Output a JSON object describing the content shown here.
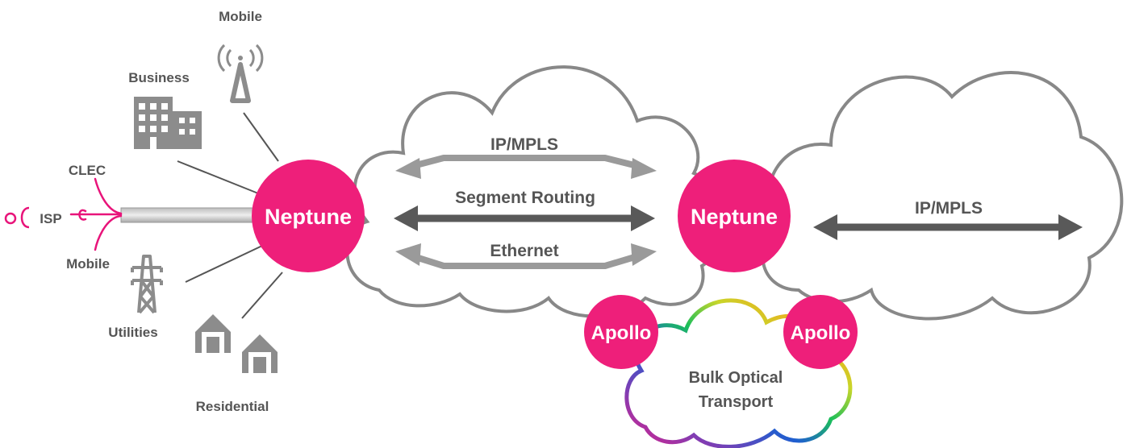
{
  "colors": {
    "node": "#ee1f7a",
    "arrow_light": "#9a9a9a",
    "arrow_dark": "#595959",
    "label": "#555555",
    "icon": "#8c8c8c",
    "magenta_line": "#e8147a"
  },
  "access": {
    "mobile_top": "Mobile",
    "business": "Business",
    "clec": "CLEC",
    "isp": "ISP",
    "mobile_left": "Mobile",
    "utilities": "Utilities",
    "residential": "Residential"
  },
  "nodes": {
    "neptune_left": "Neptune",
    "neptune_right": "Neptune",
    "apollo_left": "Apollo",
    "apollo_right": "Apollo"
  },
  "links": {
    "ip_mpls_top": "IP/MPLS",
    "segment_routing": "Segment Routing",
    "ethernet": "Ethernet",
    "ip_mpls_right": "IP/MPLS"
  },
  "optical": {
    "line1": "Bulk Optical",
    "line2": "Transport"
  },
  "icons": {
    "mobile_top": "cell-tower-icon",
    "business": "office-building-icon",
    "utilities": "power-pylon-icon",
    "residential": "house-icon",
    "fiber": "fiber-cable-icon",
    "oc": "oc-marker-icon"
  }
}
